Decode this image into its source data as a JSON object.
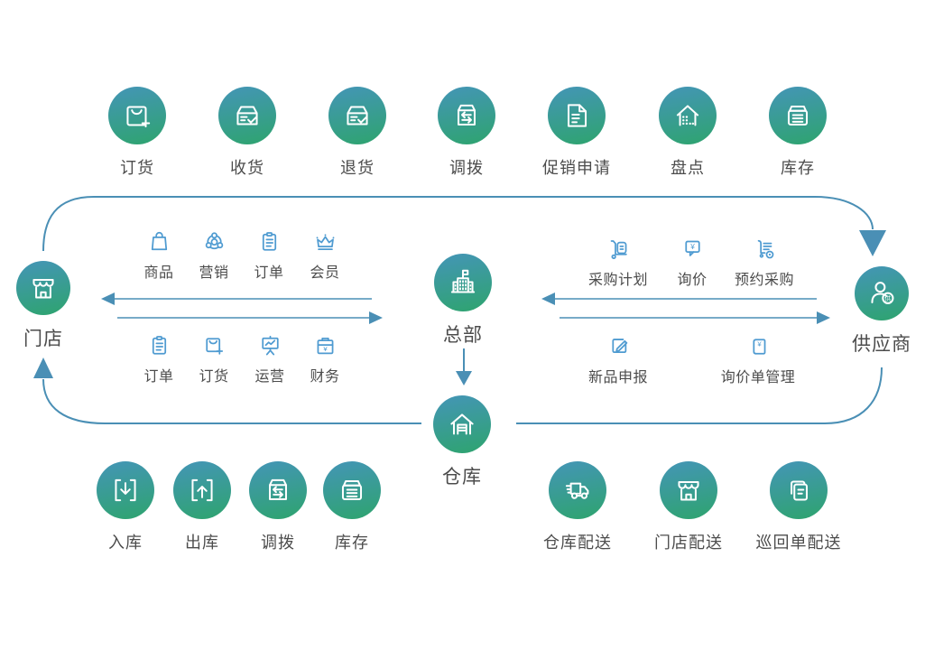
{
  "colors": {
    "circle_top": "#4495b7",
    "circle_bottom": "#2ea46e",
    "line": "#4a8fb5",
    "icon_blue": "#4f9bd1",
    "label": "#4c4c4c"
  },
  "currency_symbol": "¥",
  "top_row": {
    "items": [
      {
        "label": "订货"
      },
      {
        "label": "收货"
      },
      {
        "label": "退货"
      },
      {
        "label": "调拨"
      },
      {
        "label": "促销申请"
      },
      {
        "label": "盘点"
      },
      {
        "label": "库存"
      }
    ]
  },
  "nodes": {
    "store": {
      "label": "门店"
    },
    "headquarters": {
      "label": "总部"
    },
    "warehouse": {
      "label": "仓库"
    },
    "supplier": {
      "label": "供应商",
      "badge_text": "供"
    }
  },
  "store_hq_functions": {
    "top": [
      {
        "label": "商品"
      },
      {
        "label": "营销"
      },
      {
        "label": "订单"
      },
      {
        "label": "会员"
      }
    ],
    "bottom": [
      {
        "label": "订单"
      },
      {
        "label": "订货"
      },
      {
        "label": "运营"
      },
      {
        "label": "财务"
      }
    ]
  },
  "hq_supplier_functions": {
    "top": [
      {
        "label": "采购计划"
      },
      {
        "label": "询价"
      },
      {
        "label": "预约采购"
      }
    ],
    "bottom": [
      {
        "label": "新品申报"
      },
      {
        "label": "询价单管理"
      }
    ]
  },
  "warehouse_row": {
    "items": [
      {
        "label": "入库"
      },
      {
        "label": "出库"
      },
      {
        "label": "调拨"
      },
      {
        "label": "库存"
      }
    ]
  },
  "delivery_row": {
    "items": [
      {
        "label": "仓库配送"
      },
      {
        "label": "门店配送"
      },
      {
        "label": "巡回单配送"
      }
    ]
  }
}
